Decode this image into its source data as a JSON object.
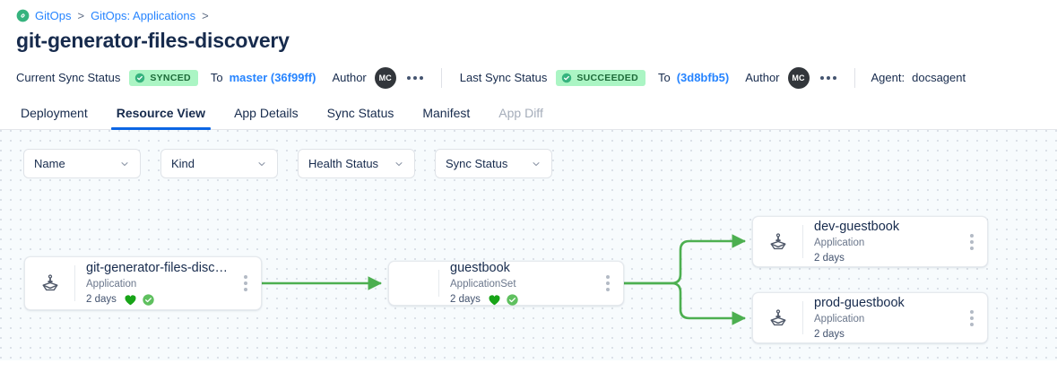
{
  "breadcrumb": {
    "logo_icon": "gitops-logo-icon",
    "items": [
      {
        "label": "GitOps",
        "separator": ">"
      },
      {
        "label": "GitOps: Applications",
        "separator": ">"
      }
    ]
  },
  "page": {
    "title": "git-generator-files-discovery"
  },
  "status_bar": {
    "current": {
      "label": "Current Sync Status",
      "badge": "SYNCED",
      "badge_icon": "check-circle-icon",
      "to_label": "To",
      "revision": "master (36f99ff)",
      "author_label": "Author",
      "avatar_initials": "MC",
      "kebab_icon": "more-horizontal-icon"
    },
    "last": {
      "label": "Last Sync Status",
      "badge": "SUCCEEDED",
      "badge_icon": "check-circle-icon",
      "to_label": "To",
      "revision": "(3d8bfb5)",
      "author_label": "Author",
      "avatar_initials": "MC",
      "kebab_icon": "more-horizontal-icon"
    },
    "agent": {
      "label": "Agent:",
      "value": "docsagent"
    }
  },
  "tabs": [
    {
      "label": "Deployment",
      "state": "normal"
    },
    {
      "label": "Resource View",
      "state": "active"
    },
    {
      "label": "App Details",
      "state": "normal"
    },
    {
      "label": "Sync Status",
      "state": "normal"
    },
    {
      "label": "Manifest",
      "state": "normal"
    },
    {
      "label": "App Diff",
      "state": "disabled"
    }
  ],
  "filters": [
    {
      "label": "Name",
      "icon": "chevron-down-icon"
    },
    {
      "label": "Kind",
      "icon": "chevron-down-icon"
    },
    {
      "label": "Health Status",
      "icon": "chevron-down-icon"
    },
    {
      "label": "Sync Status",
      "icon": "chevron-down-icon"
    }
  ],
  "graph": {
    "edge_color": "#4caf50",
    "nodes": [
      {
        "id": "root",
        "title": "git-generator-files-disco…",
        "kind": "Application",
        "age": "2 days",
        "icon": "argo-application-icon",
        "health_icon": "heart-healthy-icon",
        "sync_icon": "check-circle-synced-icon",
        "kebab_icon": "more-vertical-icon"
      },
      {
        "id": "appset",
        "title": "guestbook",
        "kind": "ApplicationSet",
        "age": "2 days",
        "icon": "none",
        "health_icon": "heart-healthy-icon",
        "sync_icon": "check-circle-synced-icon",
        "kebab_icon": "more-vertical-icon"
      },
      {
        "id": "dev",
        "title": "dev-guestbook",
        "kind": "Application",
        "age": "2 days",
        "icon": "argo-application-icon",
        "health_icon": "none",
        "sync_icon": "none",
        "kebab_icon": "more-vertical-icon"
      },
      {
        "id": "prod",
        "title": "prod-guestbook",
        "kind": "Application",
        "age": "2 days",
        "icon": "argo-application-icon",
        "health_icon": "none",
        "sync_icon": "none",
        "kebab_icon": "more-vertical-icon"
      }
    ]
  },
  "colors": {
    "link": "#2684ff",
    "accent_tab": "#0c66e4",
    "badge_bg": "#abf5c4",
    "badge_fg": "#1d6b39",
    "edge": "#4caf50",
    "health_green": "#16a416",
    "sync_green": "#5cb85c",
    "canvas_bg": "#f7fbfd"
  }
}
